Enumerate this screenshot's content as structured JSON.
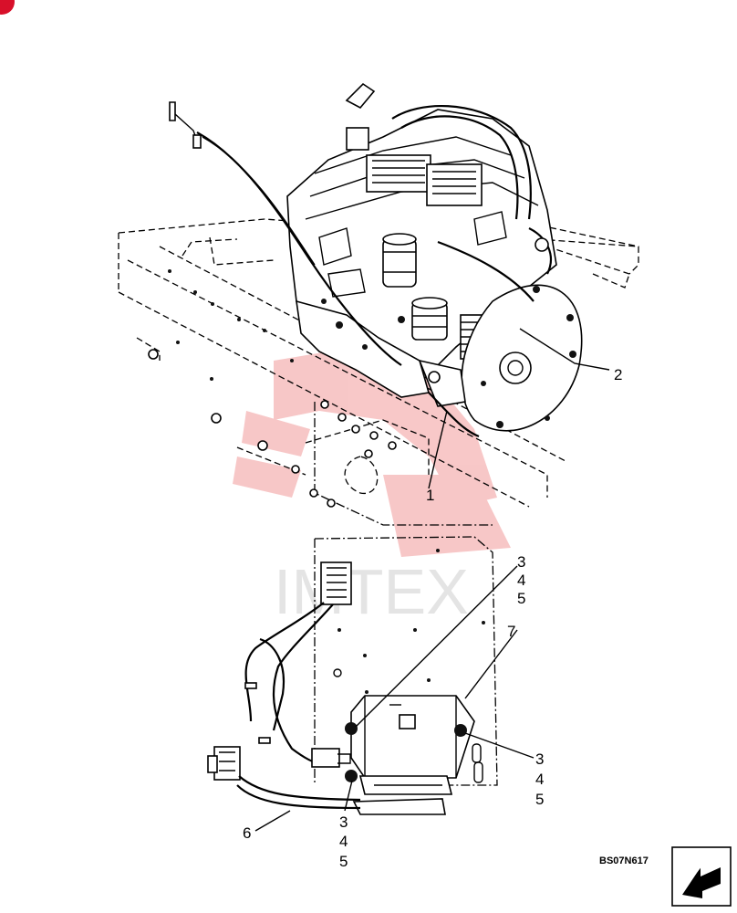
{
  "figure": {
    "drawing_code": "BS07N617",
    "callouts": [
      {
        "id": "c1",
        "text": "1"
      },
      {
        "id": "c2",
        "text": "2"
      },
      {
        "id": "c3a",
        "text": "3"
      },
      {
        "id": "c4a",
        "text": "4"
      },
      {
        "id": "c5a",
        "text": "5"
      },
      {
        "id": "c3b",
        "text": "3"
      },
      {
        "id": "c4b",
        "text": "4"
      },
      {
        "id": "c5b",
        "text": "5"
      },
      {
        "id": "c3c",
        "text": "3"
      },
      {
        "id": "c4c",
        "text": "4"
      },
      {
        "id": "c5c",
        "text": "5"
      },
      {
        "id": "c6",
        "text": "6"
      },
      {
        "id": "c7",
        "text": "7"
      }
    ]
  },
  "watermark": {
    "text": "IMTEX",
    "color": "#f29a9a"
  },
  "colors": {
    "line": "#000000",
    "background": "#ffffff",
    "corner_mark": "#d8102a"
  },
  "icons": {
    "navigation": "next-page-arrow-icon",
    "corner": "corner-mark-icon"
  }
}
